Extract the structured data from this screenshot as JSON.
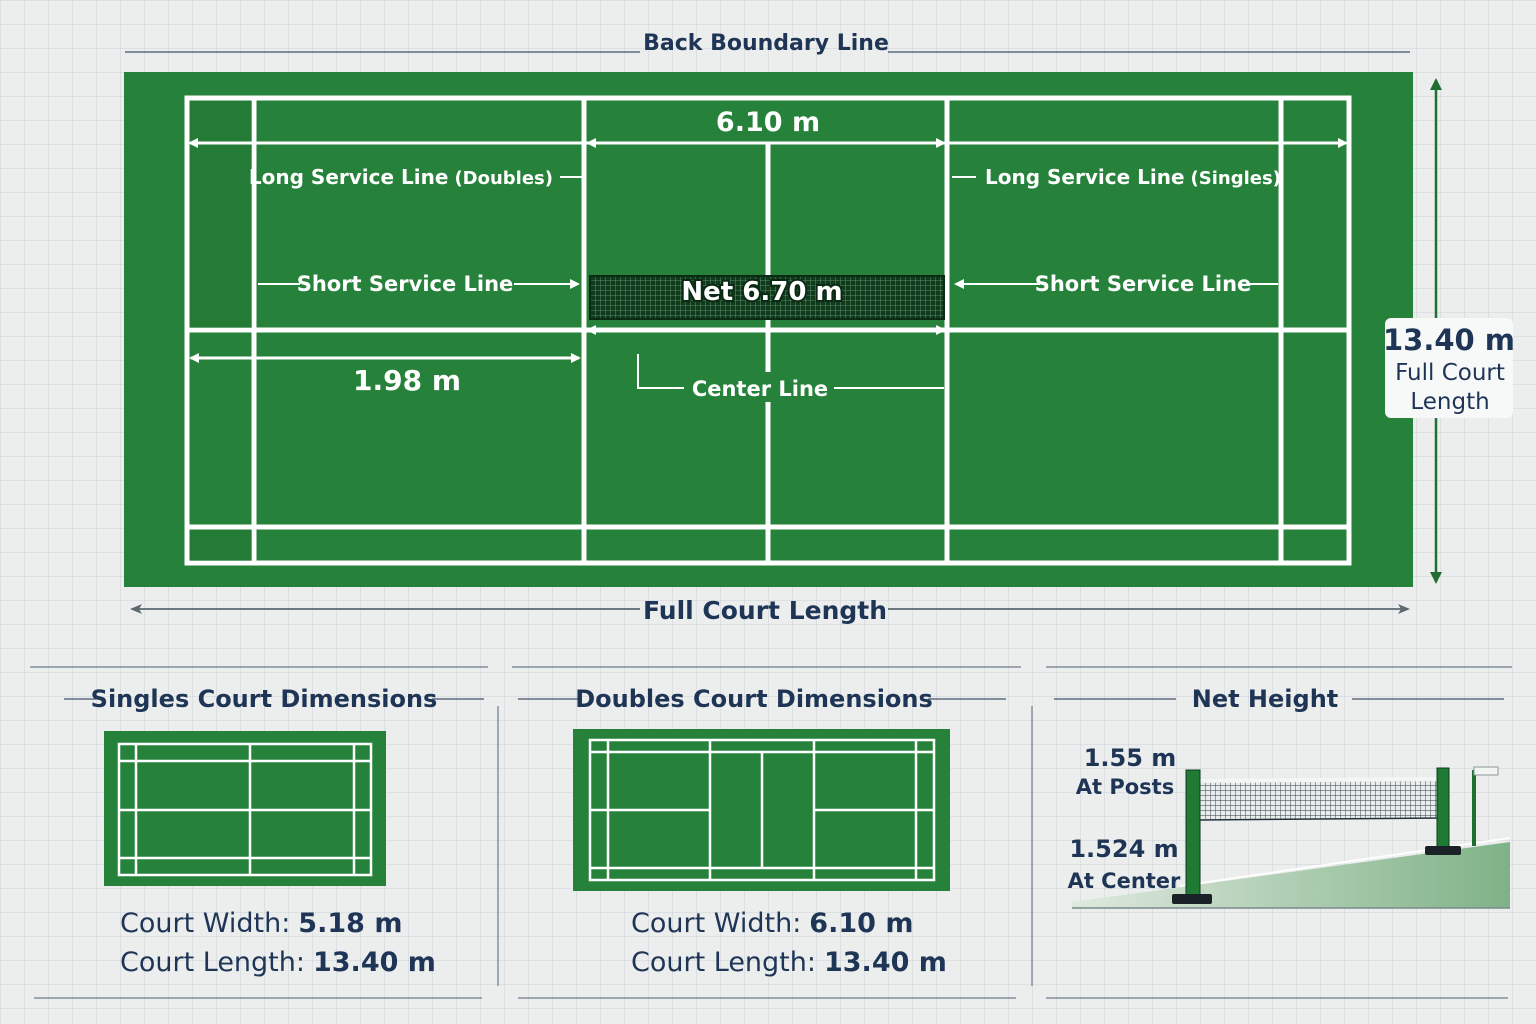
{
  "top": {
    "back_boundary": "Back Boundary Line",
    "width_610": "6.10 m",
    "long_service_doubles": "Long Service Line",
    "long_service_doubles_sub": "(Doubles)",
    "long_service_singles": "Long Service Line",
    "long_service_singles_sub": "(Singles)",
    "short_service_left": "Short Service Line",
    "short_service_right": "Short Service Line",
    "net_label": "Net 6.70 m",
    "dim_198": "1.98 m",
    "center_line": "Center Line",
    "full_court_length": "Full Court Length",
    "side_value": "13.40 m",
    "side_line1": "Full Court",
    "side_line2": "Length"
  },
  "singles": {
    "title": "Singles Court Dimensions",
    "width_label": "Court Width:",
    "width_value": "5.18 m",
    "length_label": "Court Length:",
    "length_value": "13.40 m"
  },
  "doubles": {
    "title": "Doubles Court Dimensions",
    "width_label": "Court Width:",
    "width_value": "6.10 m",
    "length_label": "Court Length:",
    "length_value": "13.40 m"
  },
  "net_height": {
    "title": "Net Height",
    "posts_value": "1.55 m",
    "posts_label": "At Posts",
    "center_value": "1.524 m",
    "center_label": "At Center"
  },
  "colors": {
    "court_green": "#26823a",
    "court_dark": "#1f6f30",
    "line_white": "#ffffff",
    "text_navy": "#1f3556"
  }
}
